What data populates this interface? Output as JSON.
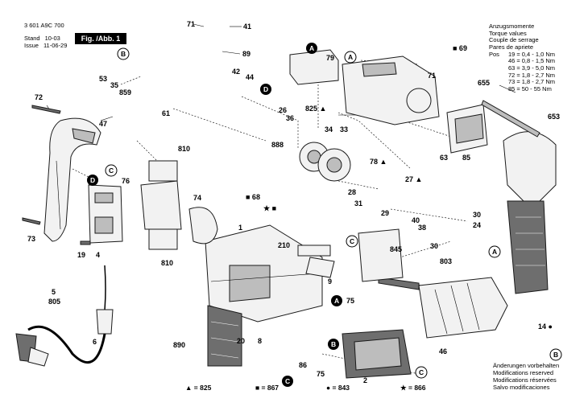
{
  "header": {
    "code": "3 601 A9C 700",
    "stand_label": "Stand",
    "stand_value": "10-03",
    "issue_label": "Issue",
    "issue_value": "11-06-29",
    "figure_tag": "Fig. /Abb. 1"
  },
  "torque": {
    "title_lines": [
      "Anzugsmomente",
      "Torque values",
      "Couple de serrage",
      "Pares de apriete"
    ],
    "pos_label": "Pos",
    "rows": [
      {
        "pos": "19",
        "eq": "=",
        "range": "0,4 -  1,0 Nm"
      },
      {
        "pos": "46",
        "eq": "=",
        "range": "0,8 -  1,5 Nm"
      },
      {
        "pos": "63",
        "eq": "=",
        "range": "3,9 -  5,0 Nm"
      },
      {
        "pos": "72",
        "eq": "=",
        "range": "1,8 -  2,7 Nm"
      },
      {
        "pos": "73",
        "eq": "=",
        "range": "1,8 -  2,7 Nm"
      },
      {
        "pos": "85",
        "eq": "=",
        "range": "50  -  55 Nm"
      }
    ]
  },
  "footer": {
    "lines": [
      "Änderungen vorbehalten",
      "Modifications reserved",
      "Modifications réservées",
      "Salvo modificaciones"
    ]
  },
  "legend": [
    {
      "symbol": "▲",
      "text": "= 825"
    },
    {
      "symbol": "■",
      "text": "= 867"
    },
    {
      "symbol": "●",
      "text": "= 843"
    },
    {
      "symbol": "★",
      "text": "= 866"
    }
  ],
  "part_numbers": {
    "p71a": "71",
    "p41": "41",
    "p89": "89",
    "p42": "42",
    "p44": "44",
    "p79": "79",
    "p69": "■ 69",
    "p71b": "71",
    "p655": "655",
    "p653": "653",
    "p53": "53",
    "p35": "35",
    "p859": "859",
    "p72": "72",
    "p47": "47",
    "p61": "61",
    "p26": "26",
    "p36": "36",
    "p825": "825 ▲",
    "p810a": "810",
    "p888": "888",
    "p34": "34",
    "p33": "33",
    "p76": "76",
    "p63": "63",
    "p85": "85",
    "p78": "78 ▲",
    "p27": "27 ▲",
    "p68": "■ 68",
    "p28": "28",
    "p74": "74",
    "p31": "31",
    "p866": "★ ■",
    "p29": "29",
    "p40": "40",
    "p38": "38",
    "p30a": "30",
    "p24": "24",
    "p73": "73",
    "p19": "19",
    "p4": "4",
    "p1": "1",
    "p210": "210",
    "p845": "845",
    "p30b": "30",
    "p803": "803",
    "p810b": "810",
    "p9": "9",
    "p5": "5",
    "p805": "805",
    "p75a": "75",
    "p14": "14 ●",
    "p6": "6",
    "p890": "890",
    "p20": "20",
    "p8": "8",
    "p46": "46",
    "p86": "86",
    "p75b": "75",
    "p2": "2",
    "p825b": "▲"
  },
  "refs": {
    "A1": "A",
    "A2": "A",
    "A3": "A",
    "A4": "A",
    "B1": "B",
    "B2": "B",
    "B3": "B",
    "C1": "C",
    "C2": "C",
    "C3": "C",
    "C4": "C",
    "D1": "D",
    "D2": "D"
  },
  "colors": {
    "line": "#1a1a1a",
    "part_fill": "#f2f2f2",
    "dark_part": "#6e6e6e",
    "mid_part": "#bdbdbd",
    "tag_bg": "#000000"
  }
}
